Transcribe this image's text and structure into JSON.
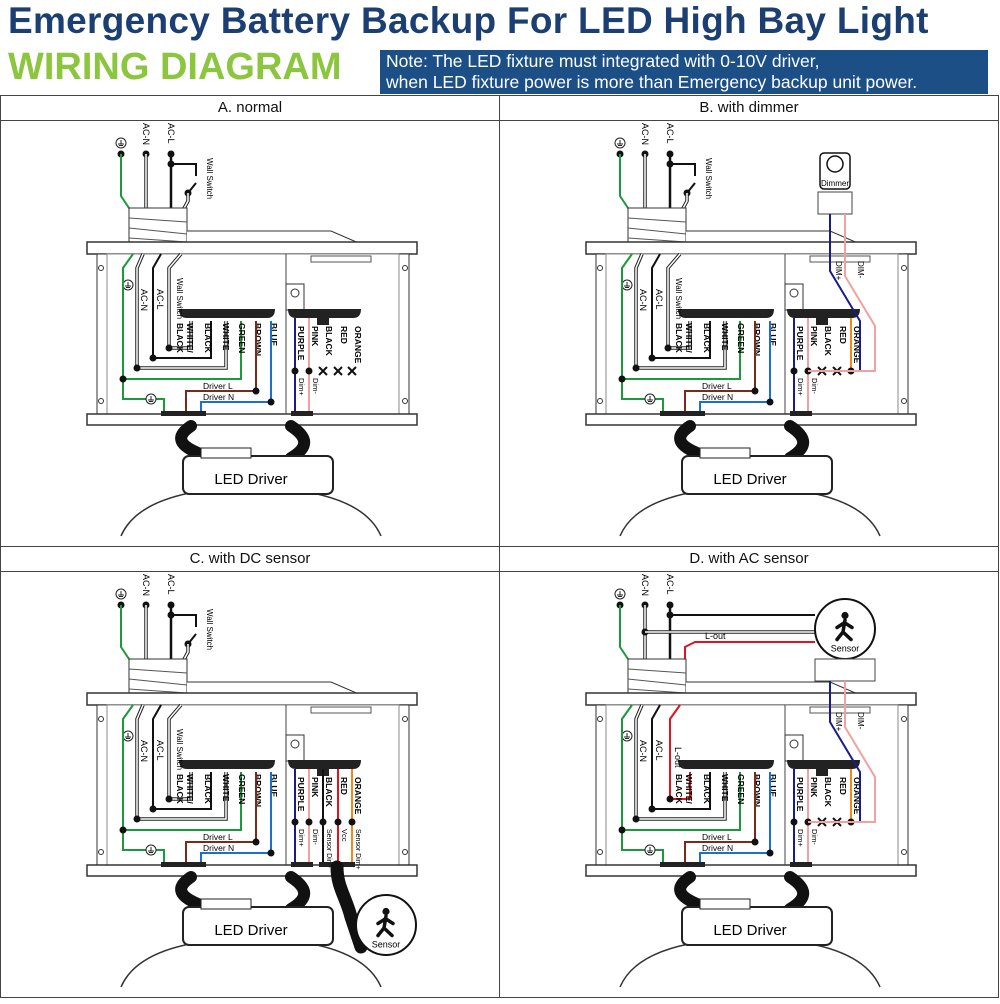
{
  "header": {
    "title": "Emergency Battery Backup For LED High Bay Light",
    "subtitle": "WIRING DIAGRAM",
    "note_line1": "Note: The LED fixture must integrated with 0-10V driver,",
    "note_line2": "when LED fixture power is more than Emergency backup unit power."
  },
  "colors": {
    "title": "#1b3f73",
    "subtitle": "#8cc63f",
    "note_bg": "#1b4f86",
    "green": "#1a9a3a",
    "brown": "#7a2a1a",
    "blue": "#1a6fd0",
    "purple": "#1a1a8c",
    "pink": "#f2a0a0",
    "red": "#e0141e",
    "orange": "#f08a1a"
  },
  "common": {
    "ac_n": "AC-N",
    "ac_l": "AC-L",
    "wall_switch": "Wall Switch",
    "left_wires": [
      "WHITE/ BLACK",
      "BLACK",
      "WHITE",
      "GREEN",
      "BROWN",
      "BLUE"
    ],
    "right_wires": [
      "PURPLE",
      "PINK",
      "BLACK",
      "RED",
      "ORANGE"
    ],
    "driver_l": "Driver L",
    "driver_n": "Driver N",
    "dim_plus": "Dim+",
    "dim_minus": "Dim-",
    "led_driver": "LED Driver"
  },
  "panels": [
    {
      "title": "A. normal",
      "variant": "normal"
    },
    {
      "title": "B. with dimmer",
      "variant": "dimmer",
      "dimmer": "Dimmer",
      "ext_dim_plus": "DIM+",
      "ext_dim_minus": "DIM-"
    },
    {
      "title": "C. with DC sensor",
      "variant": "dc",
      "sensor": "Sensor",
      "sensor_dim_minus": "Sensor Dim-",
      "vcc": "Vcc",
      "sensor_dim_plus": "Sensor Dim+"
    },
    {
      "title": "D. with AC sensor",
      "variant": "ac",
      "sensor": "Sensor",
      "l_out": "L-out",
      "ext_dim_plus": "DIM+",
      "ext_dim_minus": "DIM-"
    }
  ]
}
